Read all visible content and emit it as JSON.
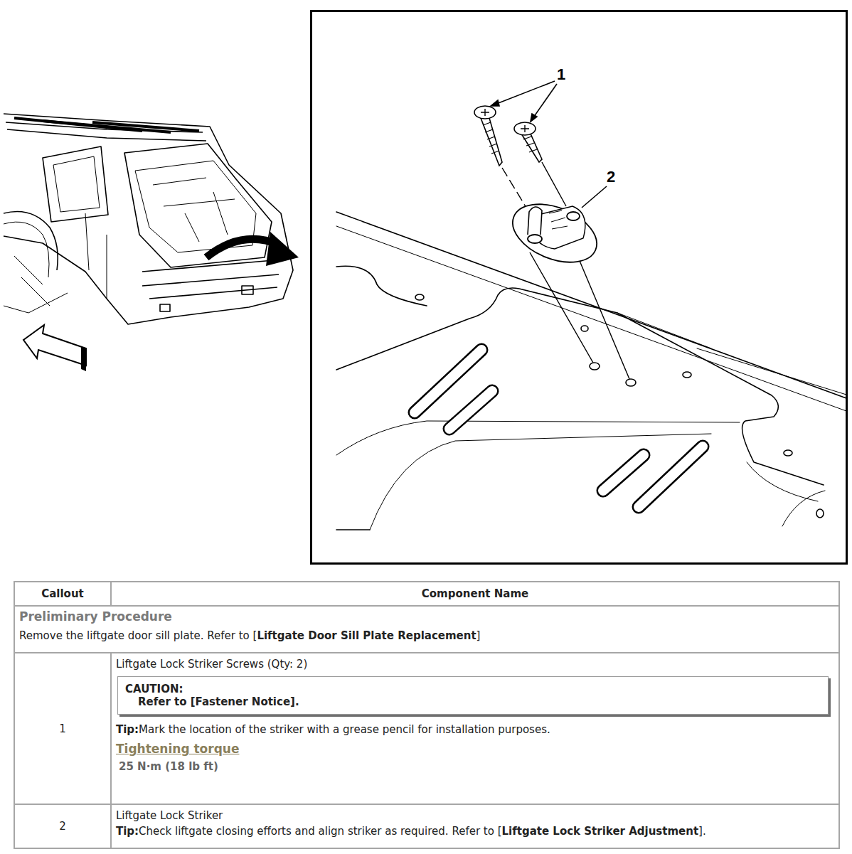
{
  "diagram": {
    "nodes": [
      {
        "text": [
          "CAUTION:",
          "Refer to [Fastener Notice]."
        ]
      }
    ],
    "labels": [
      "1",
      "2",
      "Callout",
      "Component Name",
      "Preliminary Procedure",
      "Remove the liftgate door sill plate. Refer to [Liftgate Door Sill Plate Replacement]",
      "1",
      "Liftgate Lock Striker Screws (Qty: 2)",
      "Tip:",
      "Mark the location of the striker with a grease pencil for installation purposes.",
      "Tightening torque",
      "25 N·m (18 lb ft)",
      "2",
      "Liftgate Lock Striker",
      "Tip:",
      "Check liftgate closing efforts and align striker as required. Refer to [Liftgate Lock Striker Adjustment]."
    ]
  }
}
